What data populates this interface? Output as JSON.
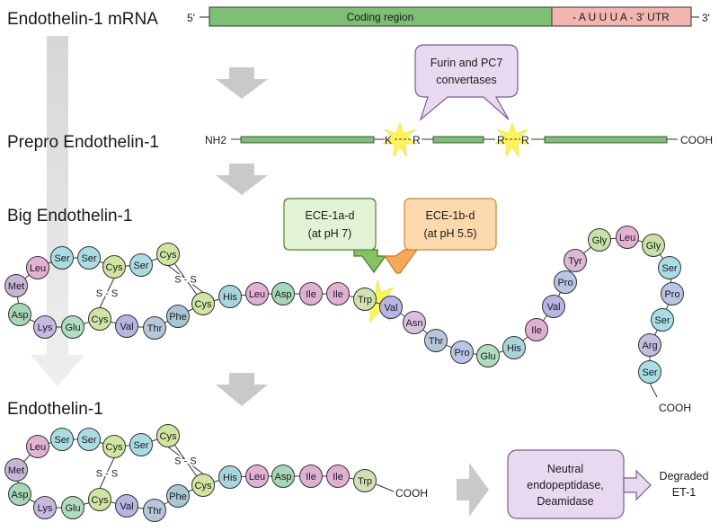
{
  "labels": {
    "mrna": "Endothelin-1 mRNA",
    "prepro": "Prepro Endothelin-1",
    "big": "Big Endothelin-1",
    "et1": "Endothelin-1"
  },
  "mrna": {
    "five": "5'",
    "three": "3'",
    "coding": "Coding region",
    "utr": "- A U U U A - 3' UTR"
  },
  "prepro": {
    "nh2": "NH2",
    "k": "K",
    "r1": "R",
    "r2": "R",
    "r3": "R",
    "cooh": "COOH"
  },
  "furin": {
    "line1": "Furin and PC7",
    "line2": "convertases"
  },
  "ece1a": {
    "line1": "ECE-1a-d",
    "line2": "(at pH 7)"
  },
  "ece1b": {
    "line1": "ECE-1b-d",
    "line2": "(at pH 5.5)"
  },
  "neutral": {
    "line1": "Neutral",
    "line2": "endopeptidase,",
    "line3": "Deamidase"
  },
  "degraded": {
    "line1": "Degraded",
    "line2": "ET-1"
  },
  "ss": "S - S",
  "cooh": "COOH",
  "big_residues": [
    "Met",
    "Leu",
    "Ser",
    "Ser",
    "Cys",
    "Ser",
    "Cys",
    "Asp",
    "Lys",
    "Glu",
    "Cys",
    "Val",
    "Thr",
    "Phe",
    "Cys",
    "His",
    "Leu",
    "Asp",
    "Ile",
    "Ile",
    "Trp",
    "Val",
    "Asn",
    "Thr",
    "Pro",
    "Glu",
    "His",
    "Ile",
    "Val",
    "Pro",
    "Tyr",
    "Gly",
    "Leu",
    "Gly",
    "Ser",
    "Pro",
    "Ser",
    "Arg",
    "Ser"
  ],
  "et1_residues": [
    "Met",
    "Leu",
    "Ser",
    "Ser",
    "Cys",
    "Ser",
    "Cys",
    "Asp",
    "Lys",
    "Glu",
    "Cys",
    "Val",
    "Thr",
    "Phe",
    "Cys",
    "His",
    "Leu",
    "Asp",
    "Ile",
    "Ile",
    "Trp"
  ],
  "residue_colors": {
    "Met": "#c8b6d9",
    "Leu": "#e3b1d4",
    "Ser": "#a9dde3",
    "Cys": "#cfe6a2",
    "Asp": "#a6d8b7",
    "Lys": "#c9b9e2",
    "Glu": "#b0dcbf",
    "Val": "#b6b5e3",
    "Thr": "#b6c7dd",
    "Phe": "#a9c7d2",
    "His": "#a8d4dc",
    "Ile": "#e0b0d3",
    "Trp": "#cfe2b3",
    "Asn": "#d9c0e0",
    "Pro": "#b9c5e4",
    "Tyr": "#dcb8d4",
    "Gly": "#c7e2a6",
    "Arg": "#c5bde2"
  }
}
